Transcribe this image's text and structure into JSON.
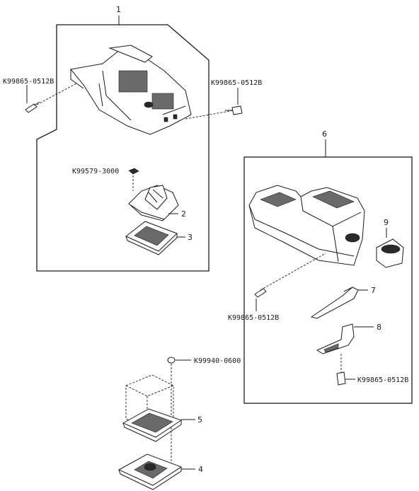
{
  "callouts": {
    "n1": "1",
    "n2": "2",
    "n3": "3",
    "n4": "4",
    "n5": "5",
    "n6": "6",
    "n7": "7",
    "n8": "8",
    "n9": "9"
  },
  "part_numbers": {
    "bolt_left_upper": "K99865-0512B",
    "bolt_right_upper": "K99865-0512B",
    "clip_boot": "K99579-3000",
    "bolt_console_rear": "K99865-0512B",
    "bolt_bracket": "K99865-0512B",
    "nut_bottom": "K99940-0600"
  }
}
